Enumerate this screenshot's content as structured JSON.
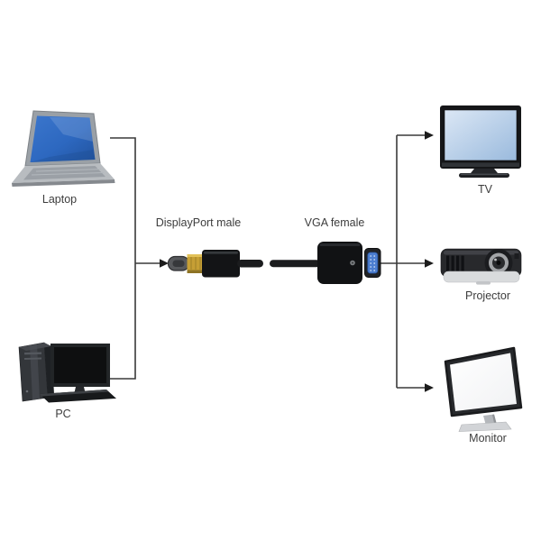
{
  "diagram": {
    "background_color": "#ffffff",
    "line_color": "#3a3a3a",
    "arrow_color": "#1c1c1c",
    "text_color": "#3d3d3d",
    "adapter": {
      "connector_left_label": "DisplayPort male",
      "connector_right_label": "VGA female",
      "dp_plug_gold_color": "#c69f35",
      "connector_body_color": "#131416",
      "vga_port_blue_color": "#4c7ecf"
    },
    "sources": [
      {
        "id": "laptop",
        "label": "Laptop",
        "icon": "laptop-icon",
        "screen_color": "#2d68c0"
      },
      {
        "id": "pc",
        "label": "PC",
        "icon": "pc-icon",
        "screen_color": "#0e0f10"
      }
    ],
    "displays": [
      {
        "id": "tv",
        "label": "TV",
        "icon": "tv-icon",
        "screen_color": "#c3d7ee"
      },
      {
        "id": "projector",
        "label": "Projector",
        "icon": "projector-icon",
        "body_color": "#28292c"
      },
      {
        "id": "monitor",
        "label": "Monitor",
        "icon": "monitor-icon",
        "screen_color": "#fcfcfd"
      }
    ]
  }
}
